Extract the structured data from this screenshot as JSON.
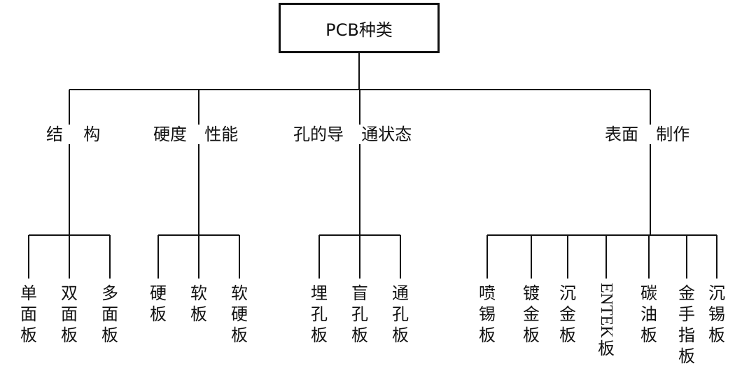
{
  "root": {
    "label": "PCB种类"
  },
  "categories": [
    {
      "label_left": "结",
      "label_right": "构",
      "leaves": [
        {
          "chars": [
            "单",
            "面",
            "板"
          ]
        },
        {
          "chars": [
            "双",
            "面",
            "板"
          ]
        },
        {
          "chars": [
            "多",
            "面",
            "板"
          ]
        }
      ]
    },
    {
      "label_left": "硬度",
      "label_right": "性能",
      "leaves": [
        {
          "chars": [
            "硬",
            "板"
          ]
        },
        {
          "chars": [
            "软",
            "板"
          ]
        },
        {
          "chars": [
            "软",
            "硬",
            "板"
          ]
        }
      ]
    },
    {
      "label_left": "孔的导",
      "label_right": "通状态",
      "leaves": [
        {
          "chars": [
            "埋",
            "孔",
            "板"
          ]
        },
        {
          "chars": [
            "盲",
            "孔",
            "板"
          ]
        },
        {
          "chars": [
            "通",
            "孔",
            "板"
          ]
        }
      ]
    },
    {
      "label_left": "表面",
      "label_right": "制作",
      "leaves": [
        {
          "chars": [
            "喷",
            "锡",
            "板"
          ]
        },
        {
          "chars": [
            "镀",
            "金",
            "板"
          ]
        },
        {
          "chars": [
            "沉",
            "金",
            "板"
          ]
        },
        {
          "rotated": "ENTEK",
          "chars": [
            "板"
          ]
        },
        {
          "chars": [
            "碳",
            "油",
            "板"
          ]
        },
        {
          "chars": [
            "金",
            "手",
            "指",
            "板"
          ]
        },
        {
          "chars": [
            "沉",
            "锡",
            "板"
          ]
        }
      ]
    }
  ]
}
